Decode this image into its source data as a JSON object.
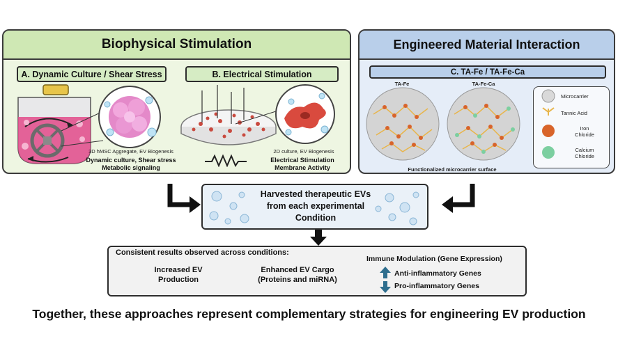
{
  "left_panel": {
    "title": "Biophysical Stimulation",
    "section_a": {
      "label": "A. Dynamic Culture / Shear Stress",
      "caption": "3D hMSC Aggregate, EV Biogenesis",
      "line1": "Dynamic culture, Shear stress",
      "line2": "Metabolic signaling"
    },
    "section_b": {
      "label": "B. Electrical Stimulation",
      "caption": "2D culture, EV Biogenesis",
      "line1": "Electrical Stimulation",
      "line2": "Membrane Activity"
    }
  },
  "right_panel": {
    "title": "Engineered Material Interaction",
    "section_c": {
      "label": "C. TA-Fe / TA-Fe-Ca",
      "sphere1": "TA-Fe",
      "sphere2": "TA-Fe-Ca",
      "caption": "Functionalized microcarrier surface",
      "legend": [
        {
          "name": "Microcarrier",
          "color": "#d9d9d9"
        },
        {
          "name": "Tannic Acid",
          "color": "#e8b54a"
        },
        {
          "name": "Iron Chloride",
          "color": "#d8642a",
          "line2": "Chloride",
          "line1": "Iron"
        },
        {
          "name": "Calcium Chloride",
          "color": "#7ccfa0",
          "line1": "Calcium",
          "line2": "Chloride"
        }
      ]
    }
  },
  "harvest": {
    "line1": "Harvested therapeutic EVs",
    "line2": "from each experimental",
    "line3": "Condition"
  },
  "results": {
    "heading": "Consistent results observed across conditions:",
    "item1_line1": "Increased EV",
    "item1_line2": "Production",
    "item2_line1": "Enhanced EV Cargo",
    "item2_line2": "(Proteins and miRNA)",
    "immune_title": "Immune Modulation (Gene Expression)",
    "anti": "Anti-inflammatory Genes",
    "pro": "Pro-inflammatory Genes"
  },
  "footer": "Together, these approaches represent complementary strategies for engineering EV production",
  "colors": {
    "left_header": "#cfe8b4",
    "right_header": "#b9cfea",
    "arrow_up": "#2e6e8e",
    "arrow_down": "#2e6e8e"
  }
}
